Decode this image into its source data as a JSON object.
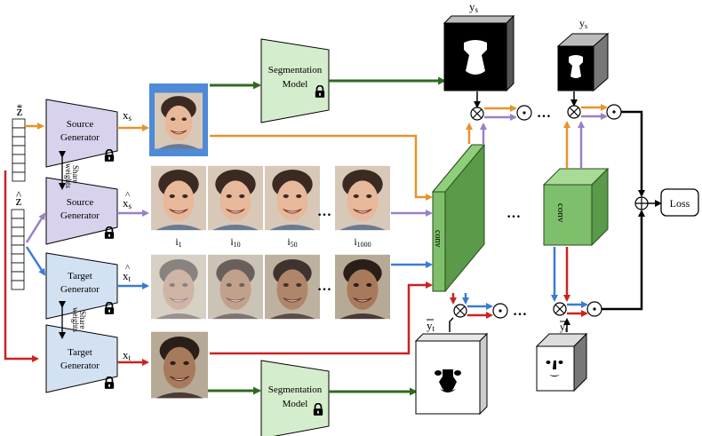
{
  "variables": {
    "z_star": "z",
    "z_star_mark": "*",
    "z_hat": "z",
    "z_hat_mark": "^",
    "x_s": "x",
    "x_s_sub": "s",
    "x_s_hat": "x",
    "x_s_hat_sub": "s",
    "x_t_hat": "x",
    "x_t_hat_sub": "t",
    "x_t": "x",
    "x_t_sub": "t",
    "y_s_top": "y",
    "y_s_top_sub": "s",
    "y_s_small": "y",
    "y_s_small_sub": "s",
    "y_t_bar": "y",
    "y_t_bar_sub": "t",
    "y_t_bar_small": "y",
    "y_t_bar_small_sub": "t"
  },
  "generators": {
    "source_top": [
      "Source",
      "Generator"
    ],
    "source_mid": [
      "Source",
      "Generator"
    ],
    "target_mid": [
      "Target",
      "Generator"
    ],
    "target_bot": [
      "Target",
      "Generator"
    ]
  },
  "share_weights": [
    "Share",
    "weights"
  ],
  "segmentation": {
    "top": [
      "Segmentation",
      "Model"
    ],
    "bottom": [
      "Segmentation",
      "Model"
    ]
  },
  "iterations": [
    {
      "base": "i",
      "sub": "1"
    },
    {
      "base": "i",
      "sub": "10"
    },
    {
      "base": "i",
      "sub": "50"
    },
    {
      "base": "i",
      "sub": "1000"
    }
  ],
  "ellipsis": "…",
  "conv_big": "conv",
  "conv_right": "conv",
  "loss": "Loss",
  "ops": {
    "multiply": "⊗",
    "odot": "⊙",
    "plus": "⊕"
  },
  "colors": {
    "orange": "#E8922C",
    "purple": "#9C7FC7",
    "blue": "#3B7BD4",
    "red": "#CC2222",
    "green": "#2F6B1E",
    "source_fill": "#D9D2EC",
    "target_fill": "#D3E2F2",
    "seg_fill": "#D4EDCC",
    "conv_fill": "#7DBF6A"
  }
}
